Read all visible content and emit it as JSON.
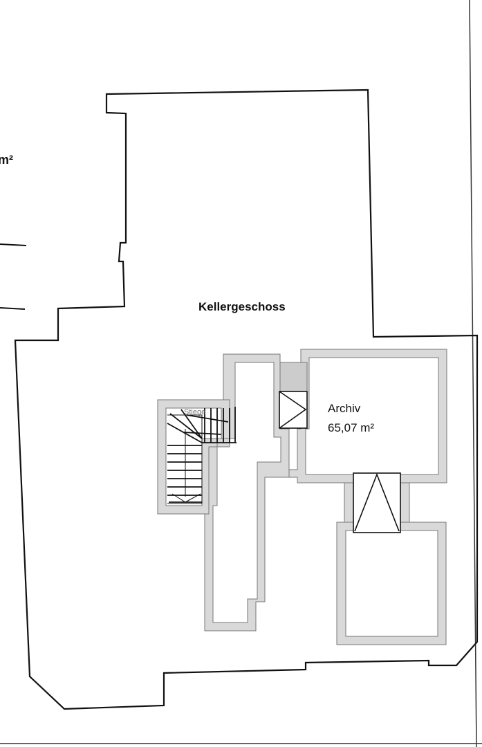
{
  "floor_plan": {
    "floor_title": "Kellergeschoss",
    "rooms": [
      {
        "name": "Archiv",
        "area": "65,07 m²"
      }
    ],
    "stair_label": "Stiege",
    "edge_label": "m²",
    "colors": {
      "wall_outline": "#111111",
      "inner_wall_fill": "#d9d9d9",
      "inner_wall_stroke": "#777777",
      "stair_fill": "#cccccc"
    }
  }
}
